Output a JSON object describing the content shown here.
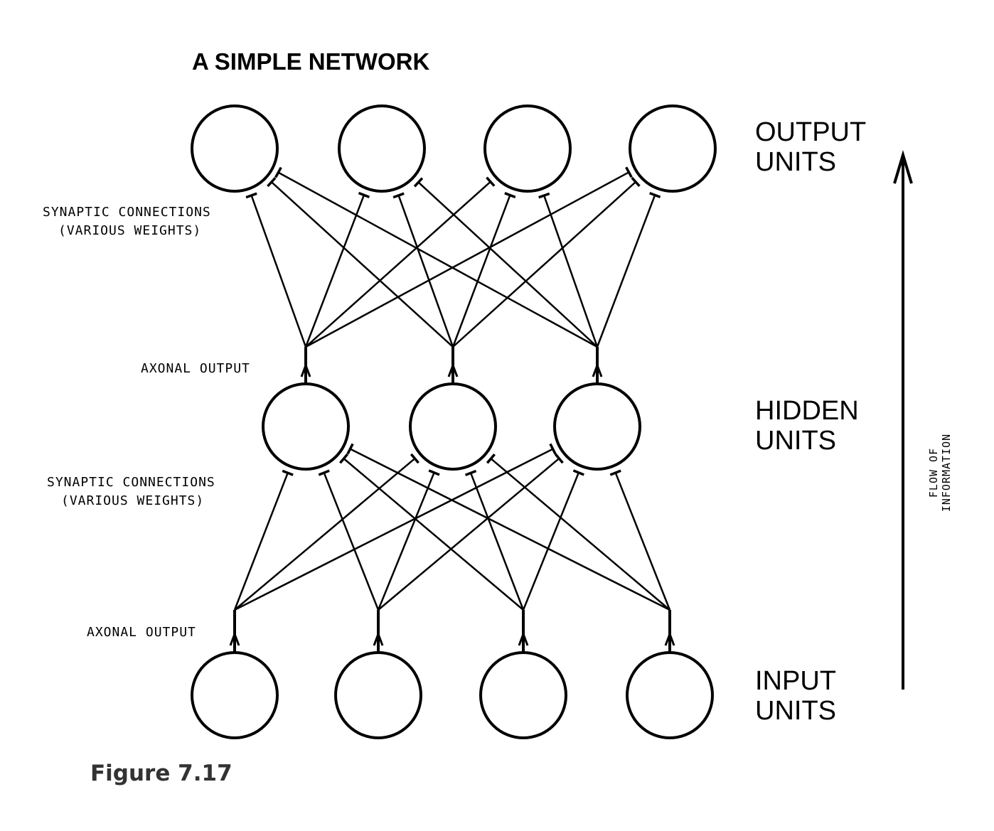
{
  "title": "A SIMPLE NETWORK",
  "caption": "Figure 7.17",
  "layers": {
    "output": {
      "label_line1": "OUTPUT",
      "label_line2": "UNITS",
      "count": 4
    },
    "hidden": {
      "label_line1": "HIDDEN",
      "label_line2": "UNITS",
      "count": 3
    },
    "input": {
      "label_line1": "INPUT",
      "label_line2": "UNITS",
      "count": 4
    }
  },
  "annotations": {
    "synaptic_upper_line1": "SYNAPTIC CONNECTIONS",
    "synaptic_upper_line2": "(VARIOUS WEIGHTS)",
    "axonal_upper": "AXONAL OUTPUT",
    "synaptic_lower_line1": "SYNAPTIC CONNECTIONS",
    "synaptic_lower_line2": "(VARIOUS WEIGHTS)",
    "axonal_lower": "AXONAL OUTPUT"
  },
  "flow": {
    "line1": "FLOW OF",
    "line2": "INFORMATION",
    "direction": "up"
  },
  "connectivity": "fully-connected"
}
